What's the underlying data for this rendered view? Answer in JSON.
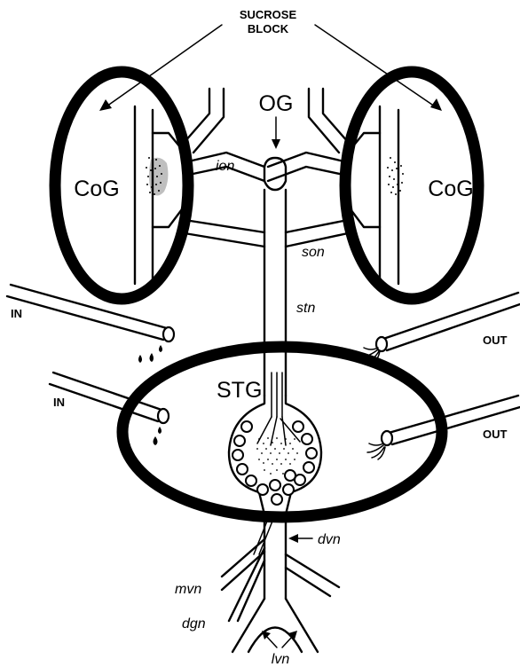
{
  "labels": {
    "sucrose_block_line1": "SUCROSE",
    "sucrose_block_line2": "BLOCK",
    "og": "OG",
    "cog_left": "CoG",
    "cog_right": "CoG",
    "ion": "ion",
    "son": "son",
    "stn": "stn",
    "stg": "STG",
    "in_top": "IN",
    "in_bottom": "IN",
    "out_top": "OUT",
    "out_bottom": "OUT",
    "dvn": "dvn",
    "mvn": "mvn",
    "dgn": "dgn",
    "lvn": "lvn"
  },
  "colors": {
    "ink": "#000000",
    "background": "#ffffff"
  }
}
